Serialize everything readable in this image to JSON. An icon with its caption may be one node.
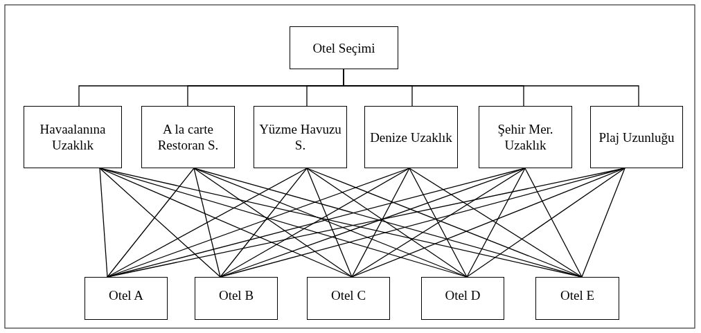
{
  "diagram": {
    "nodes": [
      {
        "text": [
          "Otel Seçimi"
        ]
      },
      {
        "text": [
          "Havaalanına Uzaklık"
        ]
      },
      {
        "text": [
          "A la carte Restoran S."
        ]
      },
      {
        "text": [
          "Yüzme Havuzu S."
        ]
      },
      {
        "text": [
          "Denize Uzaklık"
        ]
      },
      {
        "text": [
          "Şehir Mer. Uzaklık"
        ]
      },
      {
        "text": [
          "Plaj Uzunluğu"
        ]
      },
      {
        "text": [
          "Otel A"
        ]
      },
      {
        "text": [
          "Otel B"
        ]
      },
      {
        "text": [
          "Otel C"
        ]
      },
      {
        "text": [
          "Otel D"
        ]
      },
      {
        "text": [
          "Otel E"
        ]
      }
    ],
    "edges": [
      {
        "from": 0,
        "to": 1,
        "arrow": "none"
      },
      {
        "from": 0,
        "to": 2,
        "arrow": "none"
      },
      {
        "from": 0,
        "to": 3,
        "arrow": "none"
      },
      {
        "from": 0,
        "to": 4,
        "arrow": "none"
      },
      {
        "from": 0,
        "to": 5,
        "arrow": "none"
      },
      {
        "from": 0,
        "to": 6,
        "arrow": "none"
      },
      {
        "from": 1,
        "to": 7,
        "arrow": "none"
      },
      {
        "from": 1,
        "to": 8,
        "arrow": "none"
      },
      {
        "from": 1,
        "to": 9,
        "arrow": "none"
      },
      {
        "from": 1,
        "to": 10,
        "arrow": "none"
      },
      {
        "from": 1,
        "to": 11,
        "arrow": "none"
      },
      {
        "from": 2,
        "to": 7,
        "arrow": "none"
      },
      {
        "from": 2,
        "to": 8,
        "arrow": "none"
      },
      {
        "from": 2,
        "to": 9,
        "arrow": "none"
      },
      {
        "from": 2,
        "to": 10,
        "arrow": "none"
      },
      {
        "from": 2,
        "to": 11,
        "arrow": "none"
      },
      {
        "from": 3,
        "to": 7,
        "arrow": "none"
      },
      {
        "from": 3,
        "to": 8,
        "arrow": "none"
      },
      {
        "from": 3,
        "to": 9,
        "arrow": "none"
      },
      {
        "from": 3,
        "to": 10,
        "arrow": "none"
      },
      {
        "from": 3,
        "to": 11,
        "arrow": "none"
      },
      {
        "from": 4,
        "to": 7,
        "arrow": "none"
      },
      {
        "from": 4,
        "to": 8,
        "arrow": "none"
      },
      {
        "from": 4,
        "to": 9,
        "arrow": "none"
      },
      {
        "from": 4,
        "to": 10,
        "arrow": "none"
      },
      {
        "from": 4,
        "to": 11,
        "arrow": "none"
      },
      {
        "from": 5,
        "to": 7,
        "arrow": "none"
      },
      {
        "from": 5,
        "to": 8,
        "arrow": "none"
      },
      {
        "from": 5,
        "to": 9,
        "arrow": "none"
      },
      {
        "from": 5,
        "to": 10,
        "arrow": "none"
      },
      {
        "from": 5,
        "to": 11,
        "arrow": "none"
      },
      {
        "from": 6,
        "to": 7,
        "arrow": "none"
      },
      {
        "from": 6,
        "to": 8,
        "arrow": "none"
      },
      {
        "from": 6,
        "to": 9,
        "arrow": "none"
      },
      {
        "from": 6,
        "to": 10,
        "arrow": "none"
      },
      {
        "from": 6,
        "to": 11,
        "arrow": "none"
      }
    ]
  }
}
